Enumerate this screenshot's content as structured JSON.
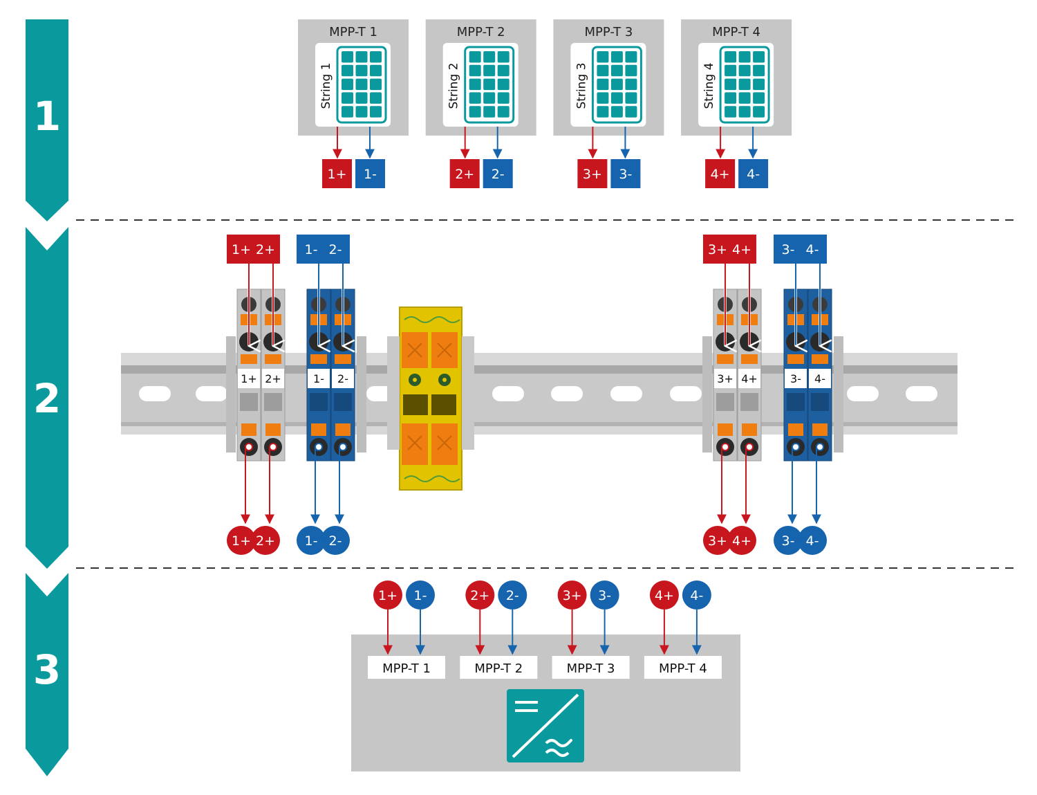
{
  "steps": [
    "1",
    "2",
    "3"
  ],
  "colors": {
    "teal": "#0a9a9e",
    "red": "#c8161e",
    "blue": "#1564ad",
    "gray_panel": "#c6c6c6",
    "rail": "#d4d4d4",
    "orange": "#ef7d10",
    "yellow": "#e2c300"
  },
  "section1": {
    "panels": [
      {
        "title": "MPP-T 1",
        "string_label": "String 1",
        "plus": "1+",
        "minus": "1-"
      },
      {
        "title": "MPP-T 2",
        "string_label": "String 2",
        "plus": "2+",
        "minus": "2-"
      },
      {
        "title": "MPP-T 3",
        "string_label": "String 3",
        "plus": "3+",
        "minus": "3-"
      },
      {
        "title": "MPP-T 4",
        "string_label": "String 4",
        "plus": "4+",
        "minus": "4-"
      }
    ],
    "panel_icon": "solar-module-icon"
  },
  "section2": {
    "left_group": {
      "inputs": [
        {
          "label": "1+",
          "polarity": "plus"
        },
        {
          "label": "2+",
          "polarity": "plus"
        },
        {
          "label": "1-",
          "polarity": "minus"
        },
        {
          "label": "2-",
          "polarity": "minus"
        }
      ]
    },
    "right_group": {
      "inputs": [
        {
          "label": "3+",
          "polarity": "plus"
        },
        {
          "label": "4+",
          "polarity": "plus"
        },
        {
          "label": "3-",
          "polarity": "minus"
        },
        {
          "label": "4-",
          "polarity": "minus"
        }
      ]
    },
    "ground_block_icon": "ground-terminal-icon",
    "rail_icon": "din-rail-icon"
  },
  "section3": {
    "inputs": [
      {
        "title": "MPP-T 1",
        "plus": "1+",
        "minus": "1-"
      },
      {
        "title": "MPP-T 2",
        "plus": "2+",
        "minus": "2-"
      },
      {
        "title": "MPP-T 3",
        "plus": "3+",
        "minus": "3-"
      },
      {
        "title": "MPP-T 4",
        "plus": "4+",
        "minus": "4-"
      }
    ],
    "inverter_icon": "dc-ac-inverter-icon"
  }
}
